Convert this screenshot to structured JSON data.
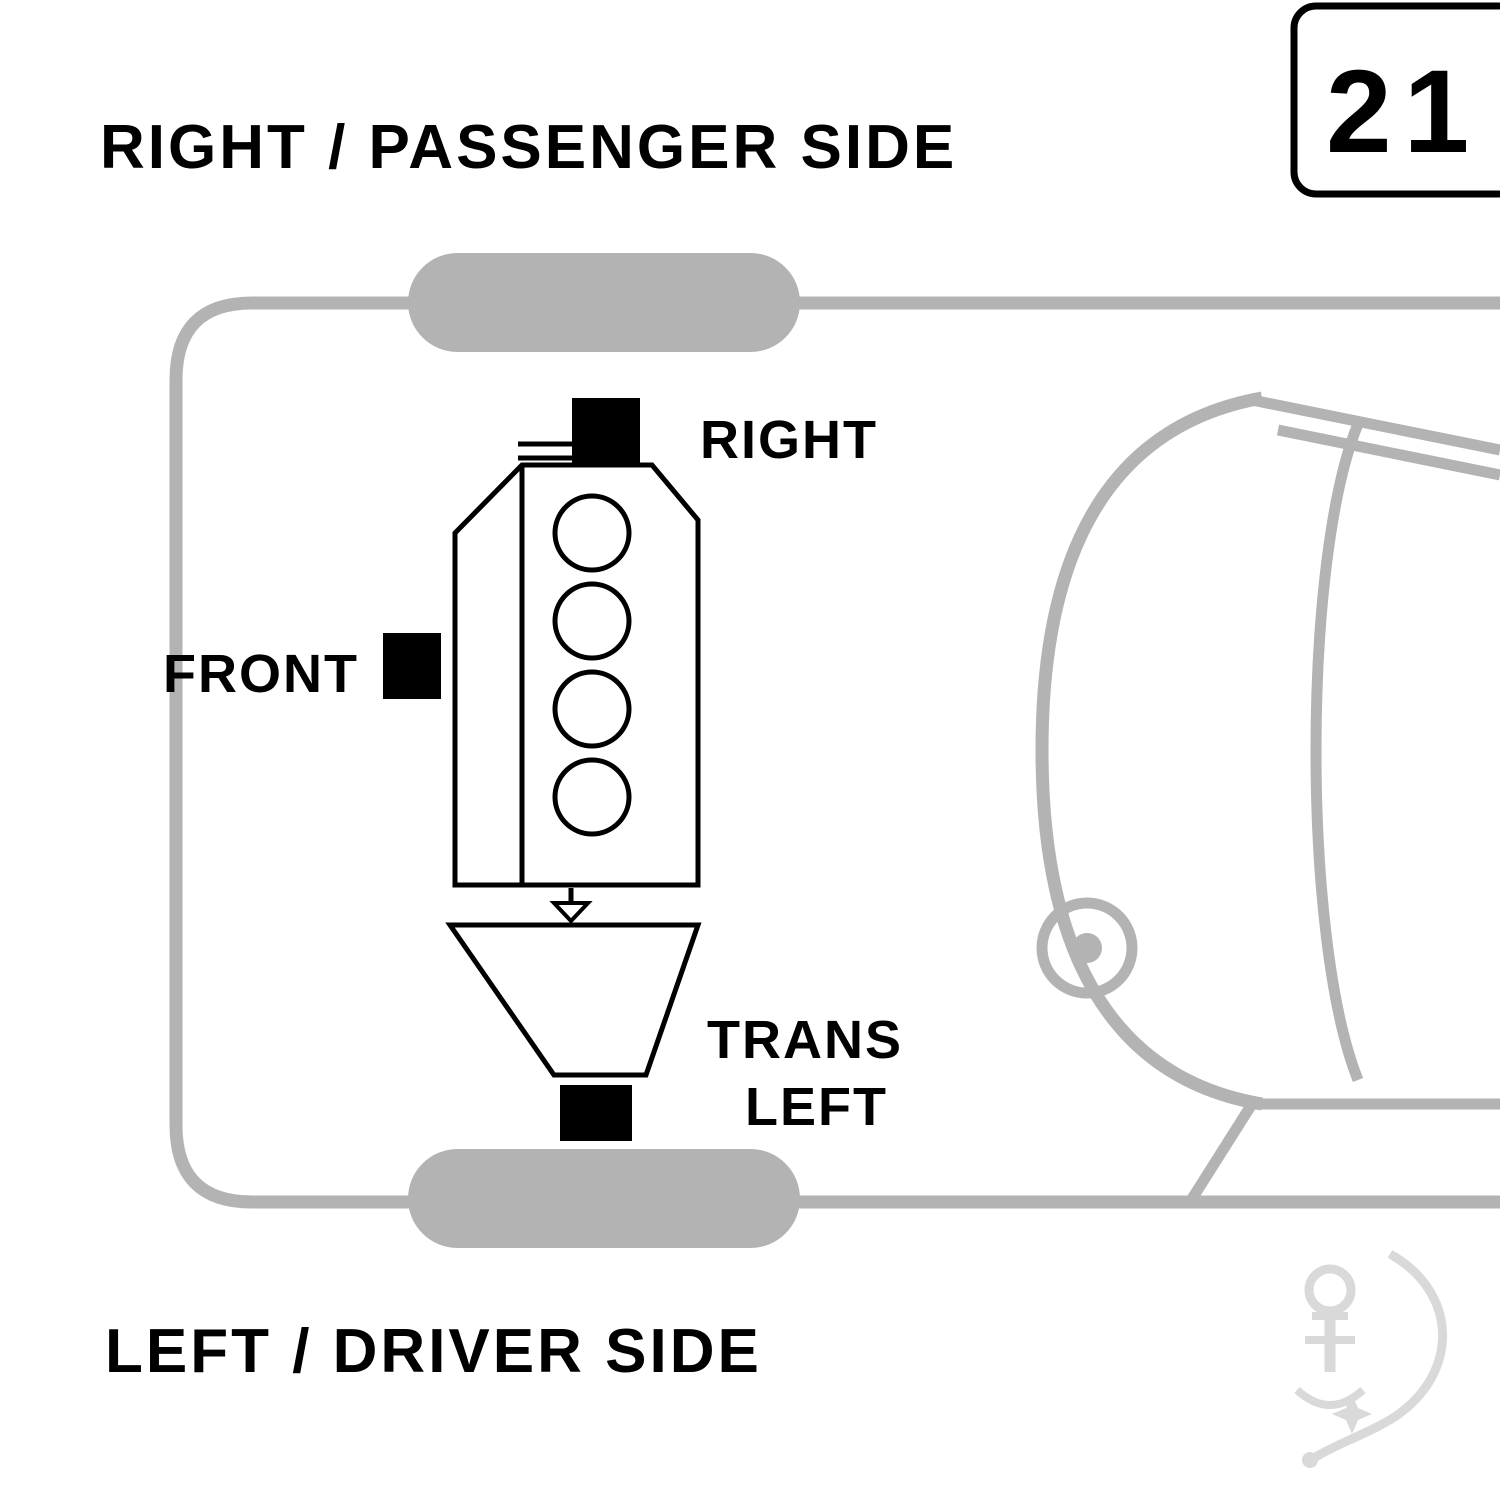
{
  "diagram": {
    "page_number": "21",
    "labels": {
      "top_side": "RIGHT / PASSENGER SIDE",
      "bottom_side": "LEFT / DRIVER SIDE",
      "front_mount": "FRONT",
      "right_mount": "RIGHT",
      "trans_mount_line1": "TRANS",
      "trans_mount_line2": "LEFT"
    },
    "colors": {
      "background": "#ffffff",
      "car_outline": "#b3b3b3",
      "mount": "#000000",
      "watermark": "#d9d9d9"
    }
  }
}
